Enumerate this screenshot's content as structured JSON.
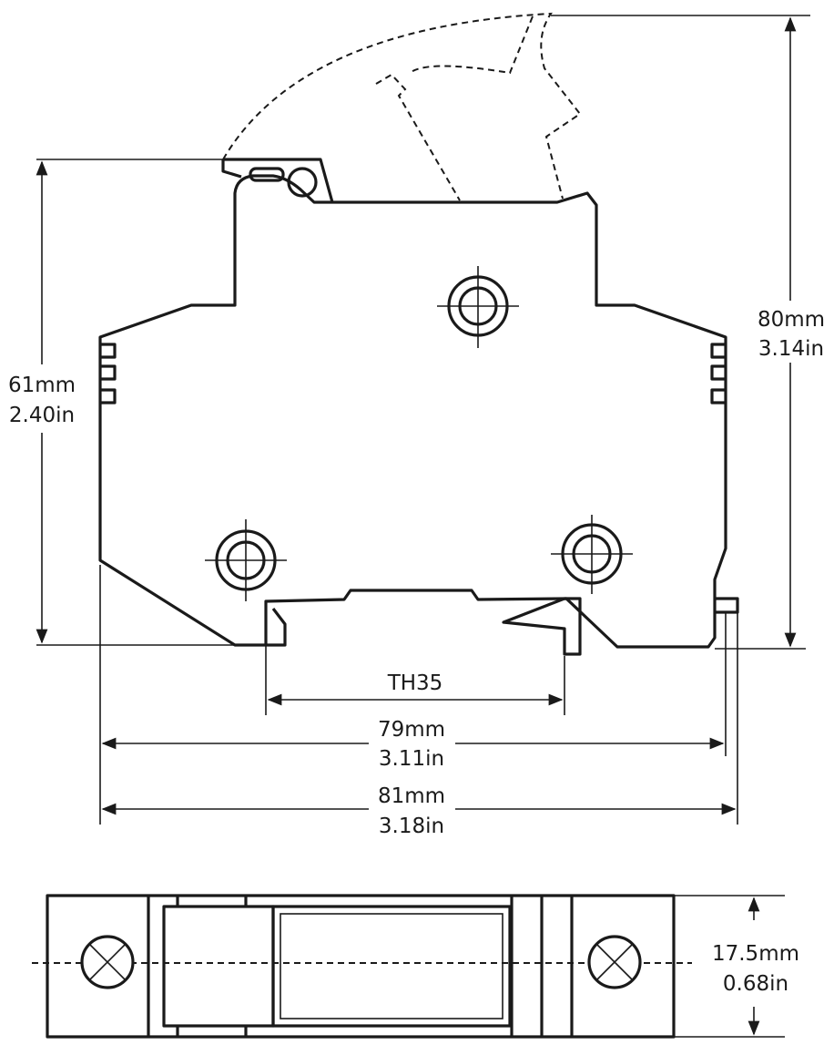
{
  "dimensions": {
    "height_total": {
      "mm": "80mm",
      "in": "3.14in"
    },
    "height_body": {
      "mm": "61mm",
      "in": "2.40in"
    },
    "rail": {
      "label": "TH35"
    },
    "width_body": {
      "mm": "79mm",
      "in": "3.11in"
    },
    "width_total": {
      "mm": "81mm",
      "in": "3.18in"
    },
    "depth": {
      "mm": "17.5mm",
      "in": "0.68in"
    }
  },
  "colors": {
    "line": "#1a1a1a",
    "background": "#ffffff"
  }
}
